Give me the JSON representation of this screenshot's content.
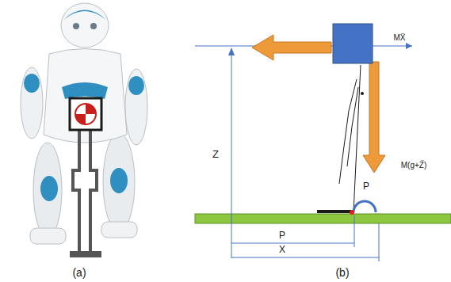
{
  "diagram": {
    "labels": [
      "(a)",
      "(b)",
      "Z",
      "P",
      "X",
      "P",
      "MẌ",
      "M(g+Z̈)"
    ]
  }
}
